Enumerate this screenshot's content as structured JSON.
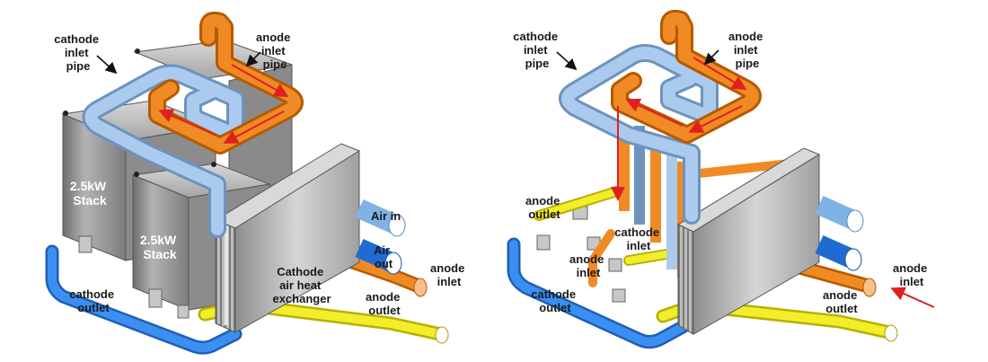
{
  "left_figure": {
    "labels": {
      "cathode_inlet_pipe": [
        "cathode",
        "inlet",
        "pipe"
      ],
      "anode_inlet_pipe": [
        "anode",
        "inlet",
        "pipe"
      ],
      "stack_back": [
        "2.5kW",
        "Stack"
      ],
      "stack_front": [
        "2.5kW",
        "Stack"
      ],
      "air_in": "Air in",
      "air_out": [
        "Air",
        "out"
      ],
      "anode_inlet": [
        "anode",
        "inlet"
      ],
      "anode_outlet": [
        "anode",
        "outlet"
      ],
      "cathode_outlet": [
        "cathode",
        "outlet"
      ],
      "heat_exchanger": [
        "Cathode",
        "air heat",
        "exchanger"
      ]
    }
  },
  "right_figure": {
    "labels": {
      "cathode_inlet_pipe": [
        "cathode",
        "inlet",
        "pipe"
      ],
      "anode_inlet_pipe": [
        "anode",
        "inlet",
        "pipe"
      ],
      "anode_outlet_upper": [
        "anode",
        "outlet"
      ],
      "cathode_inlet": [
        "cathode",
        "inlet"
      ],
      "anode_inlet_mid": [
        "anode",
        "inlet"
      ],
      "cathode_outlet": [
        "cathode",
        "outlet"
      ],
      "anode_outlet_lower": [
        "anode",
        "outlet"
      ],
      "anode_inlet_right": [
        "anode",
        "inlet"
      ]
    }
  },
  "colors": {
    "cathode_pipe": "#a9c9ea",
    "anode_pipe": "#f08a24",
    "outlet_pipe": "#2d7fe0",
    "anode_outlet_pipe": "#f2ee2a",
    "stack_body": "#9a9a9a",
    "heat_exchanger": "#b9b9b9",
    "flow_arrow": "#e02020"
  }
}
